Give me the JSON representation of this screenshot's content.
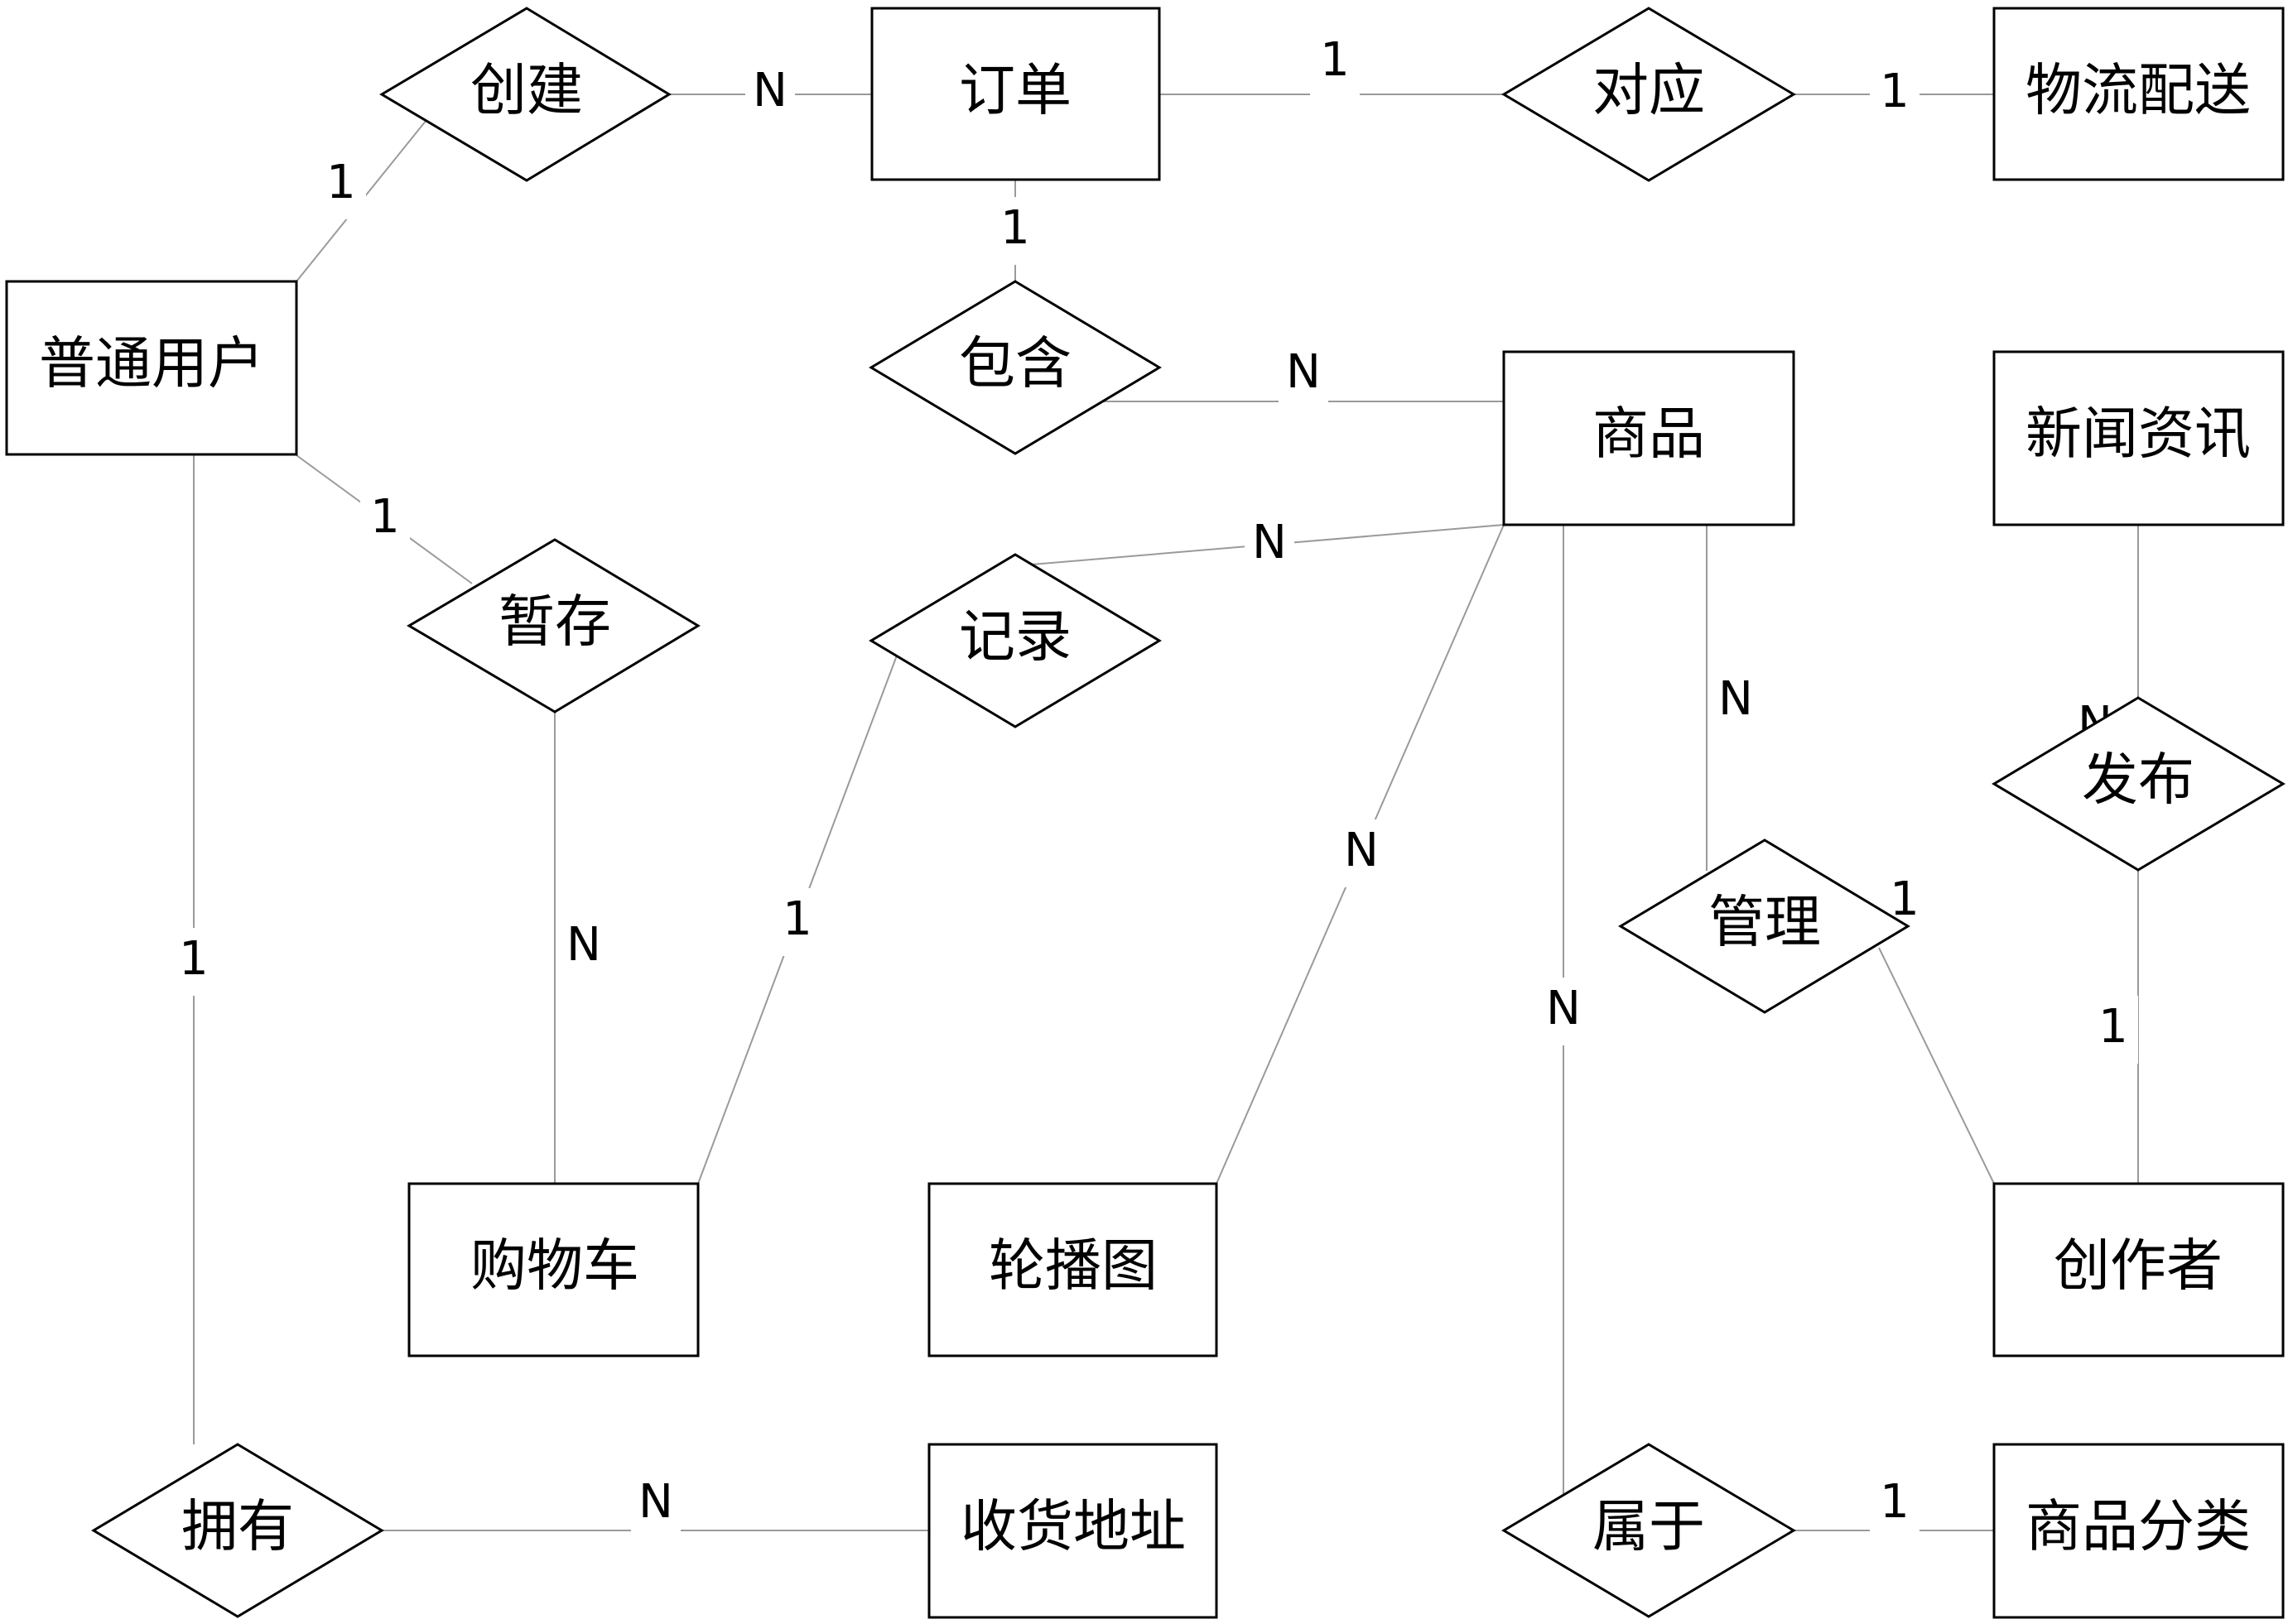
{
  "entities": [
    {
      "id": "order",
      "label": "订单"
    },
    {
      "id": "logistics",
      "label": "物流配送"
    },
    {
      "id": "user",
      "label": "普通用户"
    },
    {
      "id": "product",
      "label": "商品"
    },
    {
      "id": "news",
      "label": "新闻资讯"
    },
    {
      "id": "cart",
      "label": "购物车"
    },
    {
      "id": "carousel",
      "label": "轮播图"
    },
    {
      "id": "creator",
      "label": "创作者"
    },
    {
      "id": "address",
      "label": "收货地址"
    },
    {
      "id": "category",
      "label": "商品分类"
    }
  ],
  "relationships": [
    {
      "id": "create",
      "label": "创建"
    },
    {
      "id": "correspond",
      "label": "对应"
    },
    {
      "id": "contain",
      "label": "包含"
    },
    {
      "id": "stash",
      "label": "暂存"
    },
    {
      "id": "record",
      "label": "记录"
    },
    {
      "id": "publish",
      "label": "发布"
    },
    {
      "id": "manage",
      "label": "管理"
    },
    {
      "id": "own",
      "label": "拥有"
    },
    {
      "id": "belong",
      "label": "属于"
    }
  ],
  "links": [
    {
      "from": "user",
      "to": "create",
      "cardinality": "1"
    },
    {
      "from": "create",
      "to": "order",
      "cardinality": "N"
    },
    {
      "from": "order",
      "to": "correspond",
      "cardinality": "1"
    },
    {
      "from": "correspond",
      "to": "logistics",
      "cardinality": "1"
    },
    {
      "from": "order",
      "to": "contain",
      "cardinality": "1"
    },
    {
      "from": "contain",
      "to": "product",
      "cardinality": "N"
    },
    {
      "from": "user",
      "to": "stash",
      "cardinality": "1"
    },
    {
      "from": "stash",
      "to": "cart",
      "cardinality": "N"
    },
    {
      "from": "record",
      "to": "product",
      "cardinality": "N"
    },
    {
      "from": "cart",
      "to": "record",
      "cardinality": "1"
    },
    {
      "from": "product",
      "to": "carousel",
      "cardinality": "N"
    },
    {
      "from": "product",
      "to": "belong",
      "cardinality": "N"
    },
    {
      "from": "product",
      "to": "manage",
      "cardinality": "N"
    },
    {
      "from": "manage",
      "to": "creator",
      "cardinality": "1"
    },
    {
      "from": "news",
      "to": "publish",
      "cardinality": "N"
    },
    {
      "from": "publish",
      "to": "creator",
      "cardinality": "1"
    },
    {
      "from": "user",
      "to": "own",
      "cardinality": "1"
    },
    {
      "from": "own",
      "to": "address",
      "cardinality": "N"
    },
    {
      "from": "belong",
      "to": "category",
      "cardinality": "1"
    }
  ]
}
